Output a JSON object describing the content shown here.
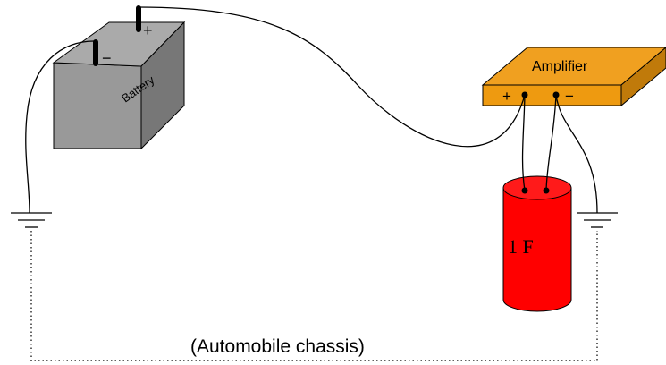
{
  "battery": {
    "label": "Battery",
    "positive_symbol": "+",
    "negative_symbol": "−",
    "body_color": "#999999",
    "terminal_color": "#000000"
  },
  "amplifier": {
    "label": "Amplifier",
    "positive_symbol": "+",
    "negative_symbol": "−",
    "body_color": "#f0a020"
  },
  "capacitor": {
    "label": "1 F",
    "body_color": "#ff0000"
  },
  "chassis": {
    "label": "(Automobile chassis)"
  },
  "wire_color": "#000000"
}
